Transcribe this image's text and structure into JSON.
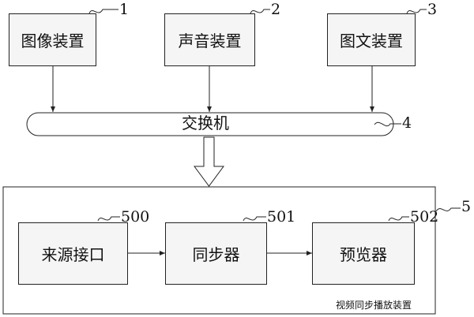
{
  "devices": {
    "image": {
      "label": "图像装置",
      "ref": "1"
    },
    "sound": {
      "label": "声音装置",
      "ref": "2"
    },
    "text": {
      "label": "图文装置",
      "ref": "3"
    }
  },
  "switch": {
    "label": "交换机",
    "ref": "4"
  },
  "sync_player": {
    "caption": "视频同步播放装置",
    "ref": "5",
    "source_interface": {
      "label": "来源接口",
      "ref": "500"
    },
    "synchronizer": {
      "label": "同步器",
      "ref": "501"
    },
    "previewer": {
      "label": "预览器",
      "ref": "502"
    }
  }
}
